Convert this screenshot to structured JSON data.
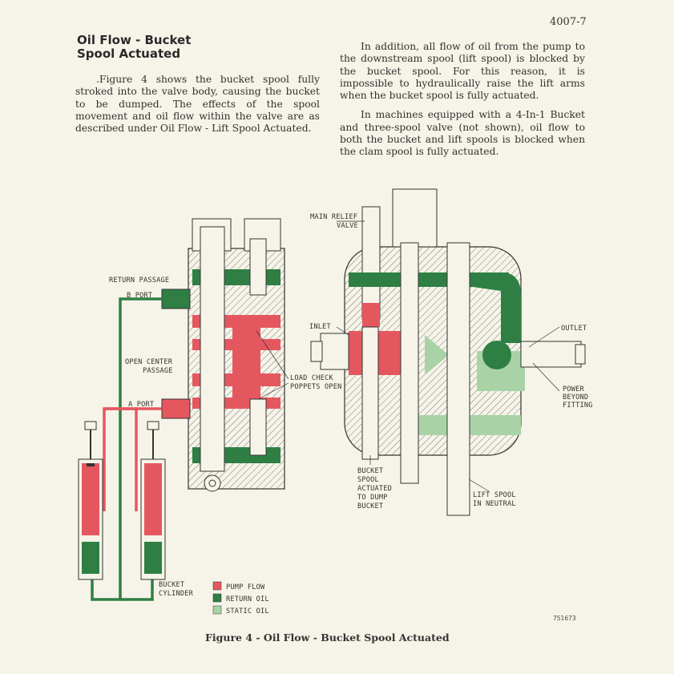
{
  "page_number": "4007-7",
  "section_title_line1": "Oil Flow - Bucket",
  "section_title_line2": "Spool Actuated",
  "left_paragraph": ".Figure 4 shows the bucket spool fully stroked into the valve body, causing the bucket to be dumped. The effects of the spool movement and oil flow within the valve are as described under Oil Flow - Lift Spool Actuated.",
  "right_paragraph_1": "In addition, all flow of oil from the pump to the downstream spool (lift spool) is blocked by the bucket spool. For this reason, it is impossible to hydraulically raise the lift arms when the bucket spool is fully actuated.",
  "right_paragraph_2": "In machines equipped with a 4-In-1 Bucket and three-spool valve (not shown), oil flow to both the bucket and lift spools is blocked when the clam spool is fully actuated.",
  "diagram_labels": {
    "return_passage": "RETURN PASSAGE",
    "b_port": "B PORT",
    "open_center_1": "OPEN CENTER",
    "open_center_2": "PASSAGE",
    "a_port": "A PORT",
    "load_check_1": "LOAD CHECK",
    "load_check_2": "POPPETS OPEN",
    "main_relief_1": "MAIN RELIEF",
    "main_relief_2": "VALVE",
    "inlet": "INLET",
    "outlet": "OUTLET",
    "power_1": "POWER",
    "power_2": "BEYOND",
    "power_3": "FITTING",
    "bucket_spool_1": "BUCKET",
    "bucket_spool_2": "SPOOL",
    "bucket_spool_3": "ACTUATED",
    "bucket_spool_4": "TO DUMP",
    "bucket_spool_5": "BUCKET",
    "lift_spool_1": "LIFT SPOOL",
    "lift_spool_2": "IN NEUTRAL",
    "bucket_cyl_1": "BUCKET",
    "bucket_cyl_2": "CYLINDER"
  },
  "legend": [
    {
      "label": "PUMP FLOW",
      "color": "#e5575f"
    },
    {
      "label": "RETURN OIL",
      "color": "#2f7f45"
    },
    {
      "label": "STATIC OIL",
      "color": "#a9d3a6"
    }
  ],
  "colors": {
    "pump_flow": "#e5575f",
    "return_oil": "#2f7f45",
    "static_oil": "#a9d3a6",
    "line": "#3a3a3a"
  },
  "drawing_code": "751673",
  "figure_caption": "Figure 4 - Oil Flow - Bucket Spool Actuated"
}
